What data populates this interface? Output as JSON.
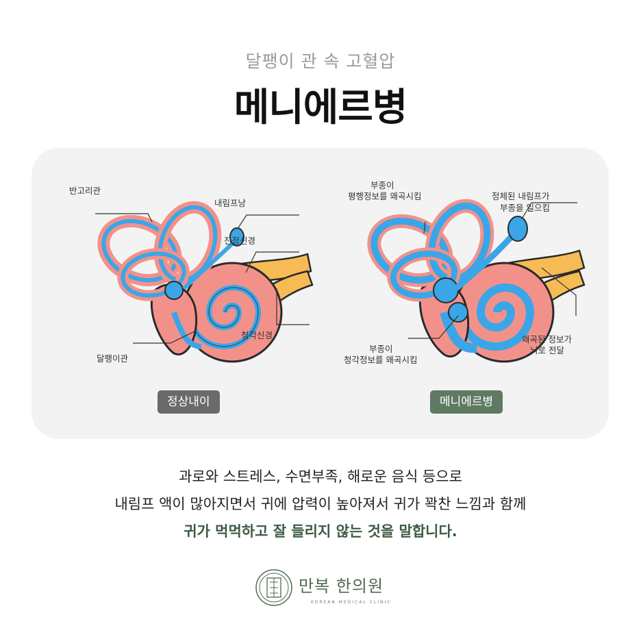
{
  "header": {
    "subtitle": "달팽이 관 속 고혈압",
    "title": "메니에르병"
  },
  "normal_ear": {
    "labels": {
      "semicircular": "반고리관",
      "endolymphatic_sac": "내림프낭",
      "vestibular_nerve": "진정신경",
      "cochlear_nerve": "청각신경",
      "cochlea": "달팽이관"
    },
    "tag": "정상내이"
  },
  "meniere_ear": {
    "labels": {
      "balance_1": "부종이",
      "balance_2": "평행정보를 왜곡시킴",
      "stagnant_1": "정체된 내림프가",
      "stagnant_2": "부종을 일으킴",
      "hearing_1": "부종이",
      "hearing_2": "청각정보를 왜곡시킴",
      "distorted_1": "왜곡된 정보가",
      "distorted_2": "뇌로 전달"
    },
    "tag": "메니에르병"
  },
  "description": {
    "line1": "과로와 스트레스, 수면부족, 해로운 음식 등으로",
    "line2": "내림프 액이 많아지면서 귀에 압력이 높아져서 귀가 꽉찬 느낌과 함께",
    "line3": "귀가 먹먹하고 잘 들리지 않는 것을 말합니다."
  },
  "logo": {
    "name": "만복 한의원",
    "sub": "KOREAN MEDICAL CLINIC"
  },
  "colors": {
    "panel_bg": "#f3f3f3",
    "tissue": "#f2918a",
    "fluid": "#3aa6e8",
    "nerve": "#f6bb55",
    "accent_green": "#5e7a62"
  }
}
